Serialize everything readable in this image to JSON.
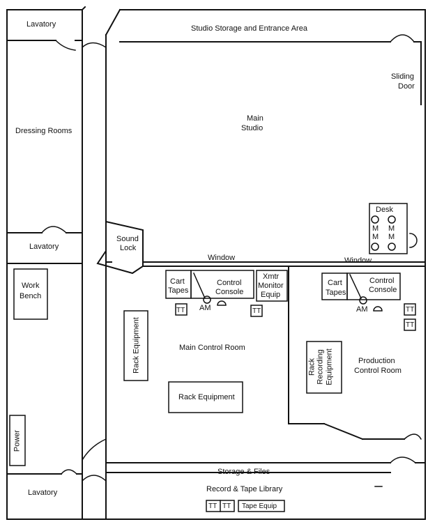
{
  "rooms": {
    "lavatory_top": "Lavatory",
    "studio_storage": "Studio Storage and Entrance Area",
    "sliding_door_1": "Sliding",
    "sliding_door_2": "Door",
    "main_studio_1": "Main",
    "main_studio_2": "Studio",
    "dressing_rooms": "Dressing Rooms",
    "desk": "Desk",
    "lavatory_mid": "Lavatory",
    "sound_lock_1": "Sound",
    "sound_lock_2": "Lock",
    "window_left": "Window",
    "window_right": "Window",
    "work_bench_1": "Work",
    "work_bench_2": "Bench",
    "main_control_room": "Main Control Room",
    "production_control_1": "Production",
    "production_control_2": "Control Room",
    "power": "Power",
    "lavatory_bottom": "Lavatory",
    "storage_files": "Storage & Files",
    "record_tape_library": "Record & Tape Library"
  },
  "equipment": {
    "mic_label": "M",
    "cart_tapes_1": "Cart",
    "cart_tapes_2": "Tapes",
    "control_console_1": "Control",
    "control_console_2": "Console",
    "am": "AM",
    "tt": "TT",
    "xmtr_1": "Xmtr",
    "xmtr_2": "Monitor",
    "xmtr_3": "Equip",
    "rack_equipment_vertical": "Rack Equipment",
    "rack_equipment_horizontal": "Rack Equipment",
    "prod_cart_1": "Cart",
    "prod_cart_2": "Tapes",
    "prod_console_1": "Control",
    "prod_console_2": "Console",
    "prod_am": "AM",
    "rack_recording_1": "Rack",
    "rack_recording_2": "Recording",
    "rack_recording_3": "Equipment",
    "tape_equip": "Tape Equip"
  }
}
